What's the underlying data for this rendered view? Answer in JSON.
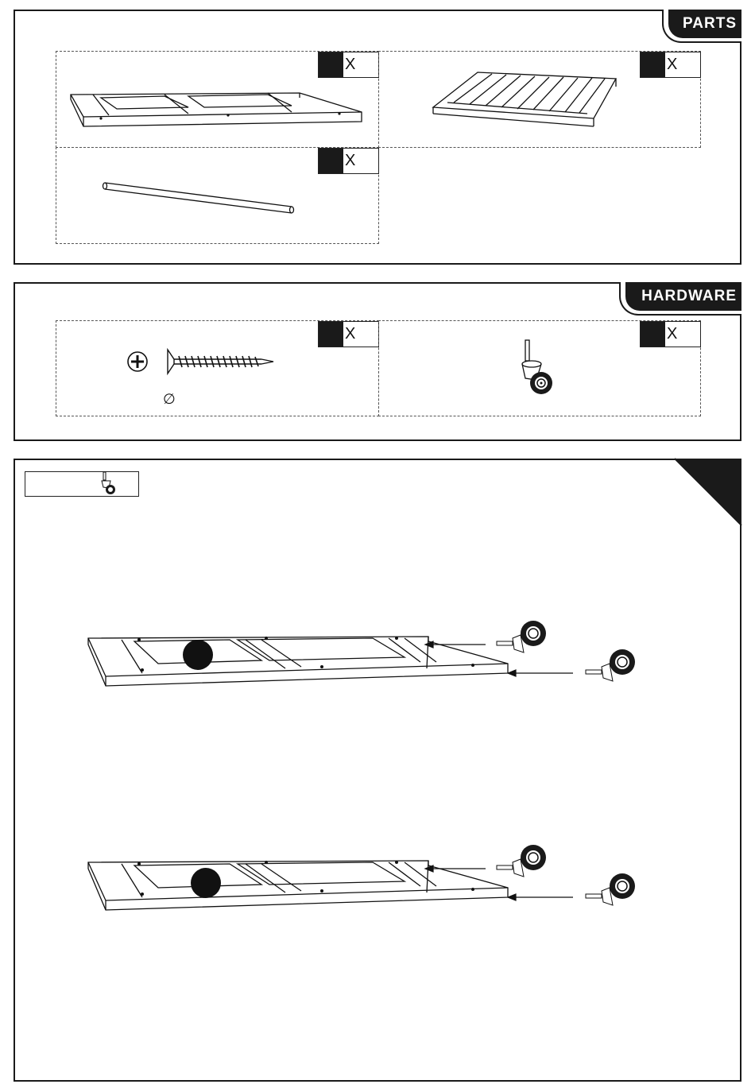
{
  "parts": {
    "title": "PARTS",
    "items": [
      {
        "icon": "frame-panel-icon",
        "qty_label": "X"
      },
      {
        "icon": "slatted-shelf-icon",
        "qty_label": "X"
      },
      {
        "icon": "rod-icon",
        "qty_label": "X"
      }
    ]
  },
  "hardware": {
    "title": "HARDWARE",
    "items": [
      {
        "icon": "screw-icon",
        "qty_label": "X",
        "symbol": "∅"
      },
      {
        "icon": "caster-wheel-icon",
        "qty_label": "X"
      }
    ]
  },
  "step": {
    "icon": "caster-wheel-icon"
  }
}
